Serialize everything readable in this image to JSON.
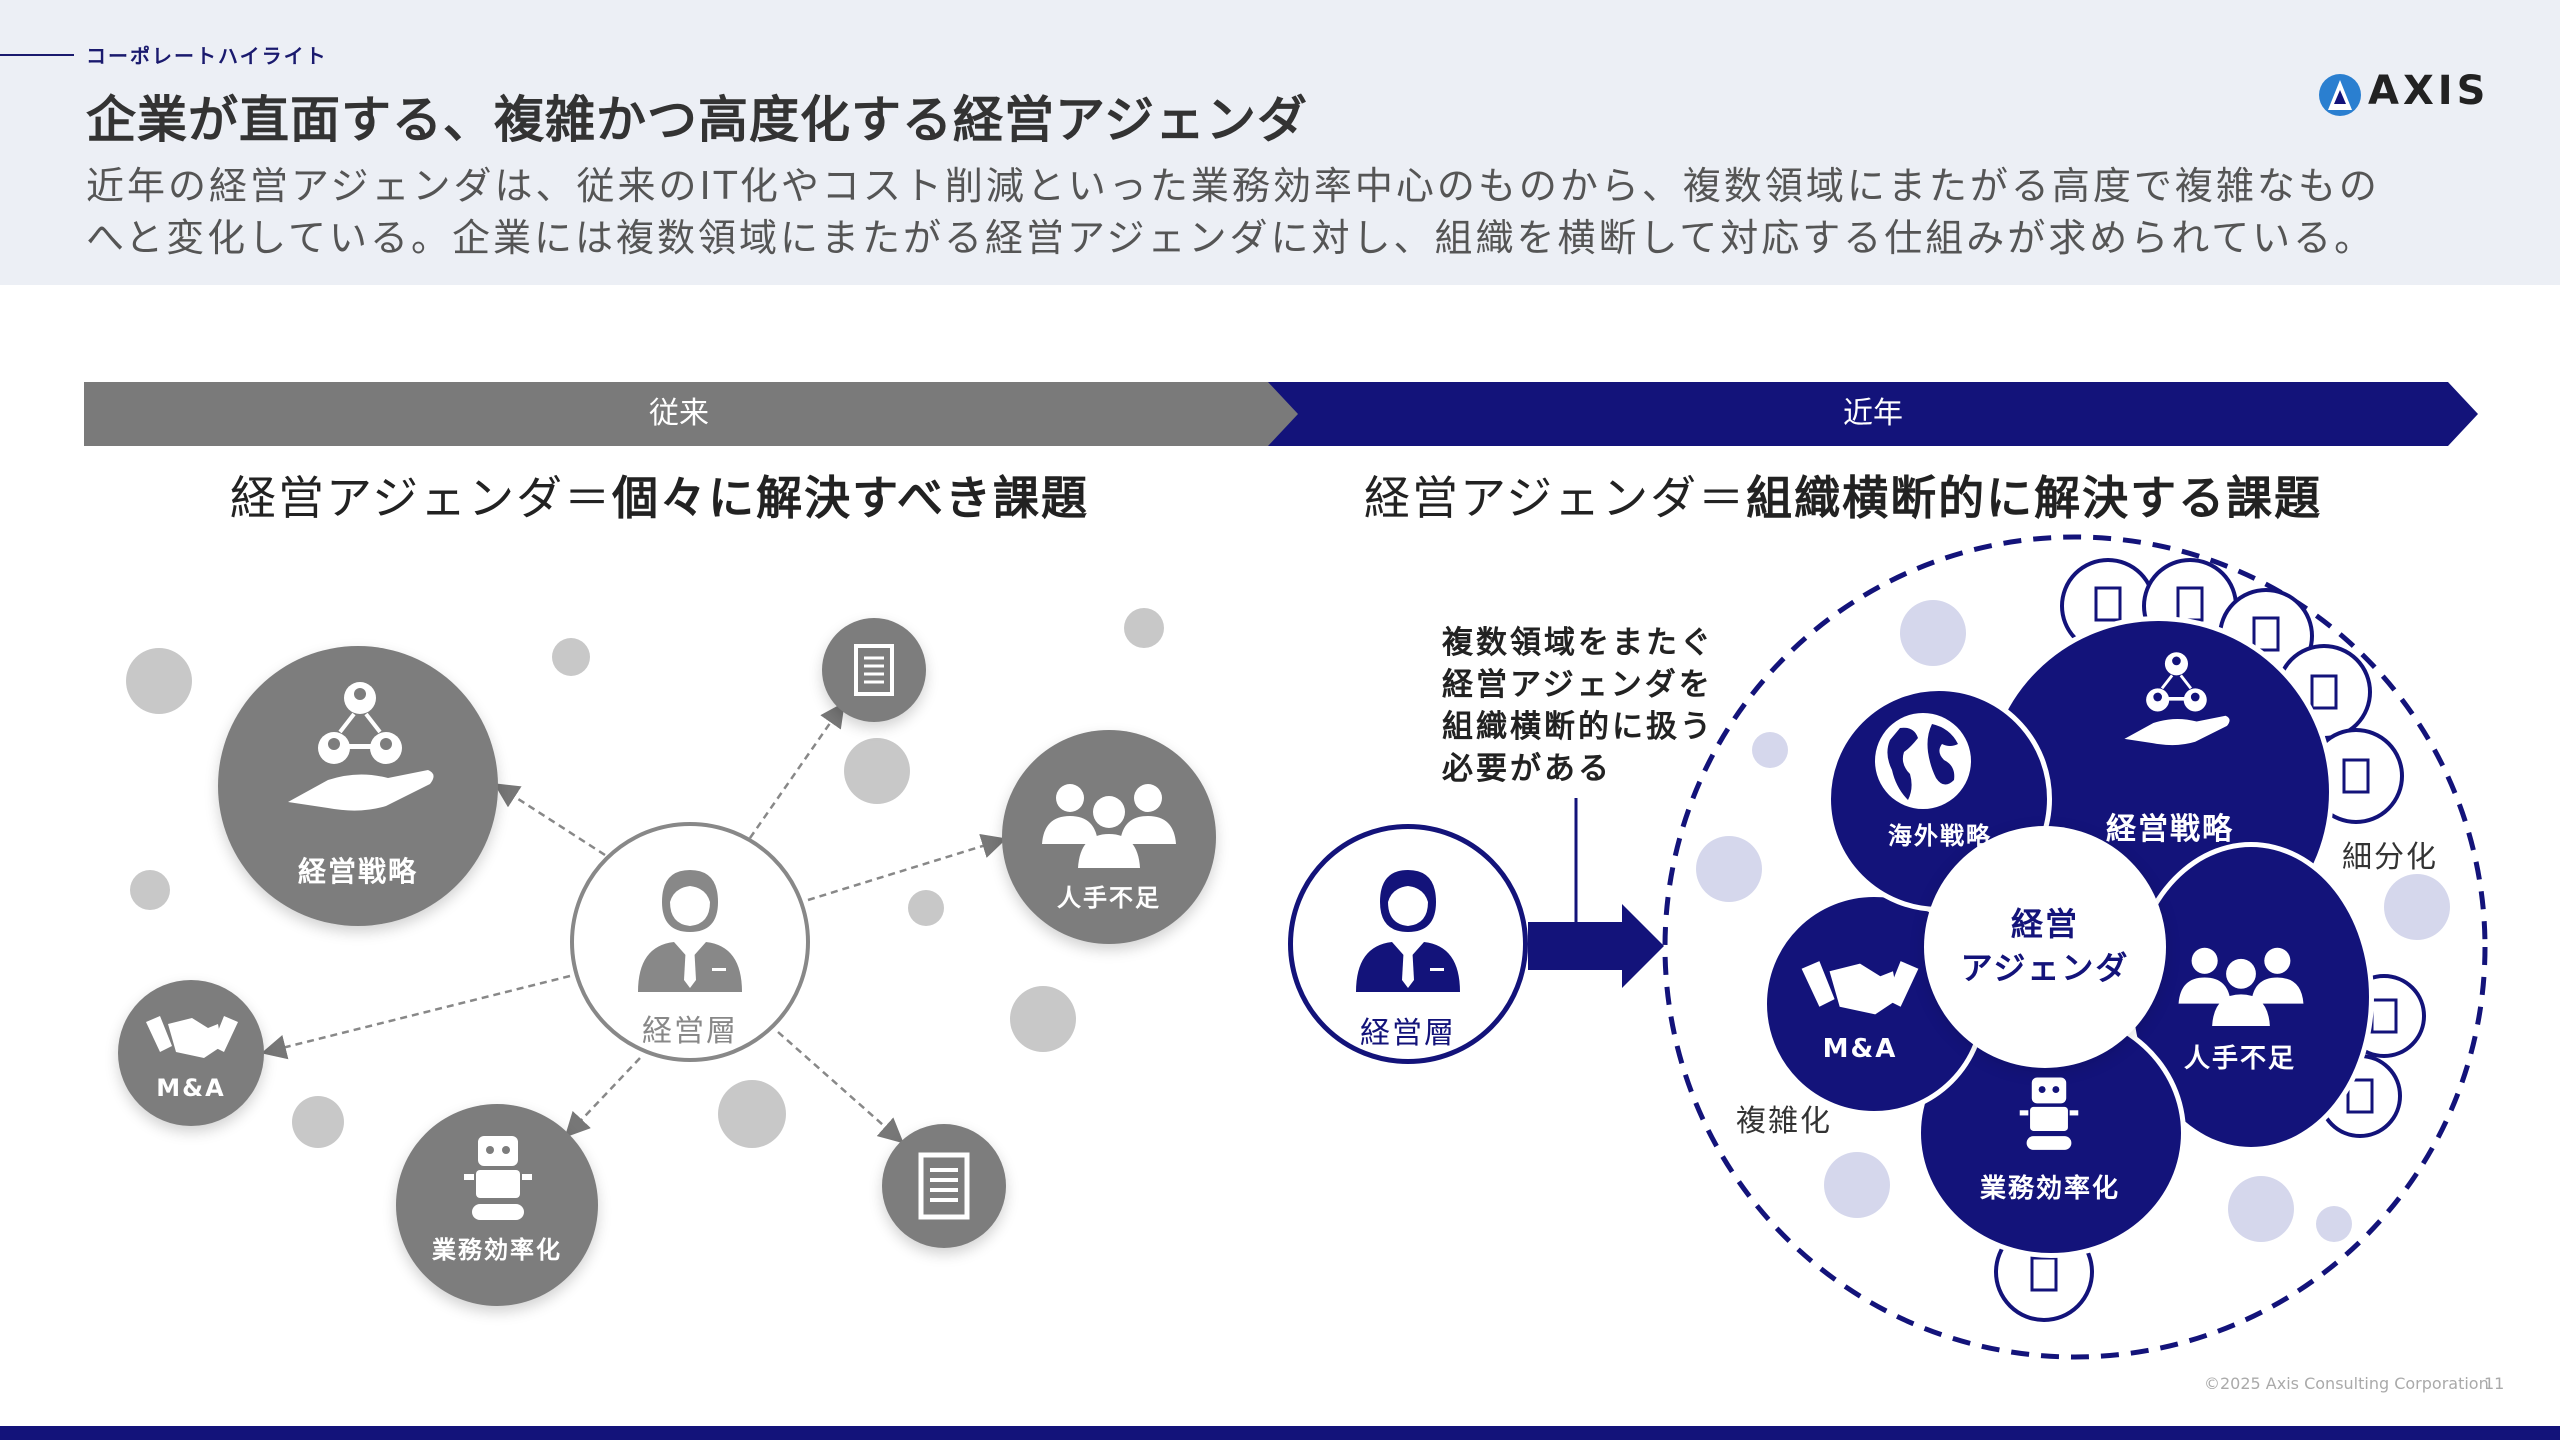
{
  "header": {
    "eyebrow": "コーポレートハイライト",
    "title": "企業が直面する、複雑かつ高度化する経営アジェンダ",
    "lead_line1": "近年の経営アジェンダは、従来のIT化やコスト削減といった業務効率中心のものから、複数領域にまたがる高度で複雑なもの",
    "lead_line2": "へと変化している。企業には複数領域にまたがる経営アジェンダに対し、組織を横断して対応する仕組みが求められている。",
    "logo_text": "AXIS"
  },
  "left": {
    "band": "従来",
    "subhead_prefix": "経営アジェンダ＝",
    "subhead_bold": "個々に解決すべき課題",
    "center": "経営層",
    "items": {
      "strategy": "経営戦略",
      "staff": "人手不足",
      "ma": "M&A",
      "efficiency": "業務効率化"
    }
  },
  "right": {
    "band": "近年",
    "subhead_prefix": "経営アジェンダ＝",
    "subhead_bold": "組織横断的に解決する課題",
    "person": "経営層",
    "note": [
      "複数領域をまたぐ",
      "経営アジェンダを",
      "組織横断的に扱う",
      "必要がある"
    ],
    "center_line1": "経営",
    "center_line2": "アジェンダ",
    "items": {
      "overseas": "海外戦略",
      "strategy": "経営戦略",
      "ma": "M&A",
      "staff": "人手不足",
      "efficiency": "業務効率化"
    },
    "tag_fragmented": "細分化",
    "tag_complex": "複雑化"
  },
  "footer": {
    "copyright": "©2025 Axis Consulting Corporation",
    "page": "11"
  },
  "colors": {
    "navy": "#13137a",
    "grey": "#7d7d7d",
    "header_bg": "#eceff5"
  }
}
